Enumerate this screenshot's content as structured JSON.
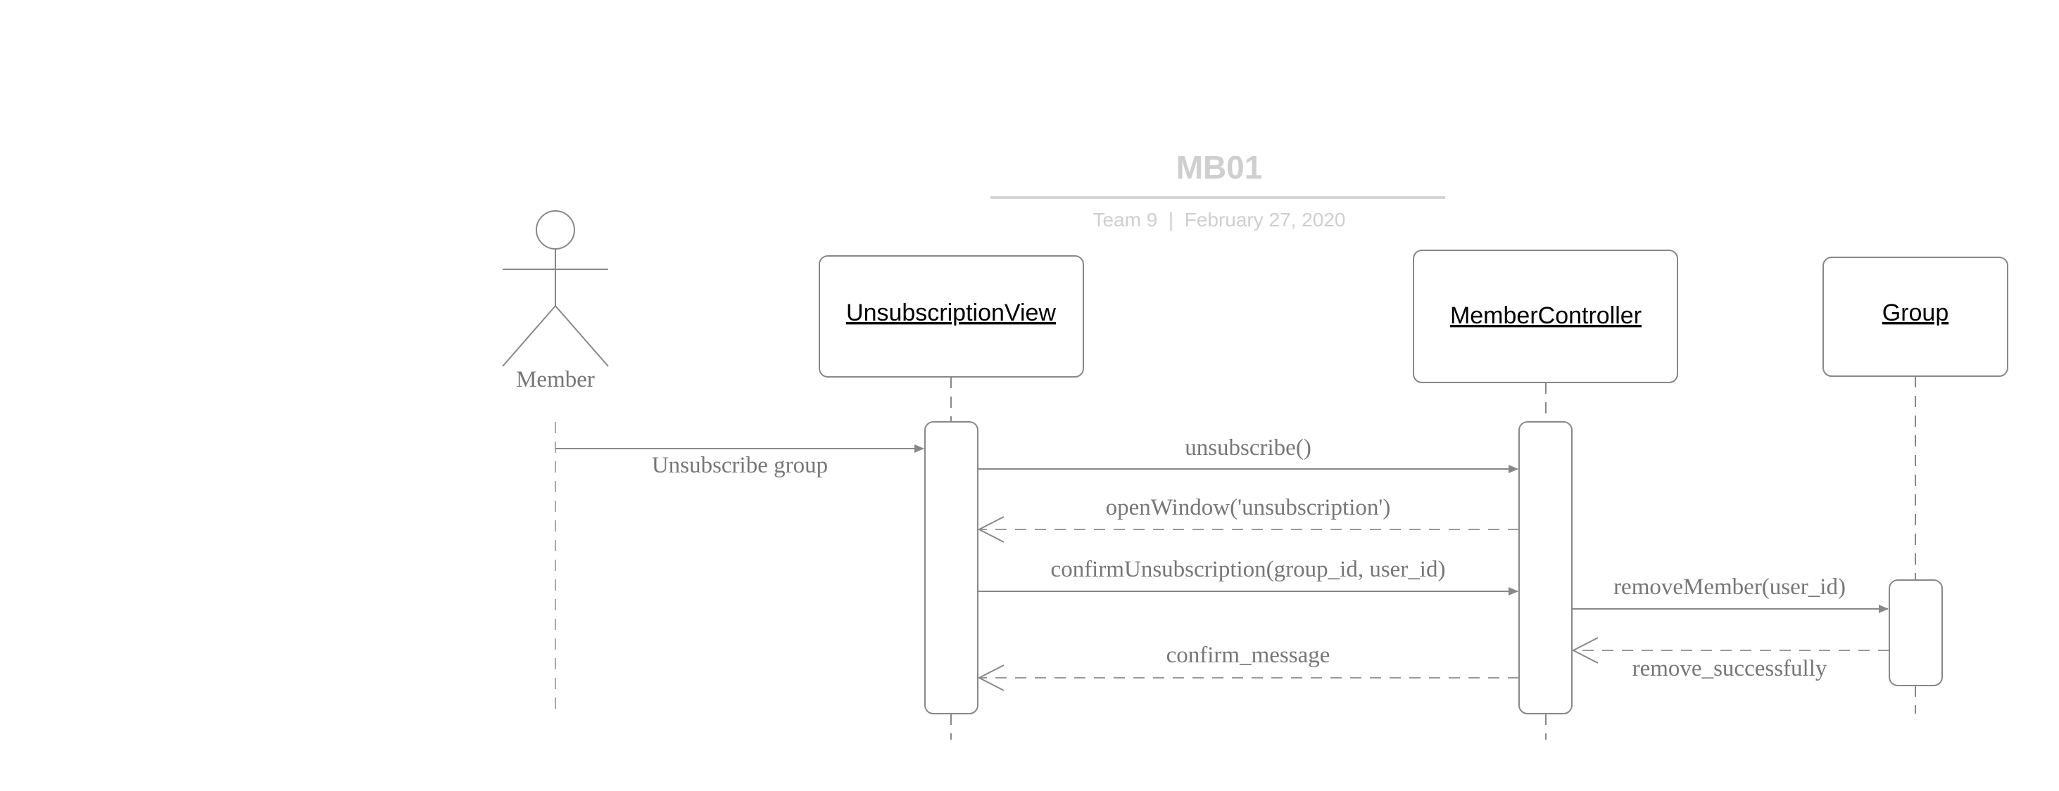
{
  "header": {
    "title": "MB01",
    "subtitle": "Team 9  |  February 27, 2020"
  },
  "actor": {
    "label": "Member"
  },
  "lifelines": {
    "view": "UnsubscriptionView",
    "controller": "MemberController",
    "group": "Group"
  },
  "messages": {
    "m1": "Unsubscribe group",
    "m2": "unsubscribe()",
    "m3": "openWindow('unsubscription')",
    "m4": "confirmUnsubscription(group_id, user_id)",
    "m5": "removeMember(user_id)",
    "m6": "remove_successfully",
    "m7": "confirm_message"
  },
  "colors": {
    "line": "#888888",
    "header_text": "#cfcfcf",
    "label_text": "#777777",
    "box_text": "#000000"
  }
}
